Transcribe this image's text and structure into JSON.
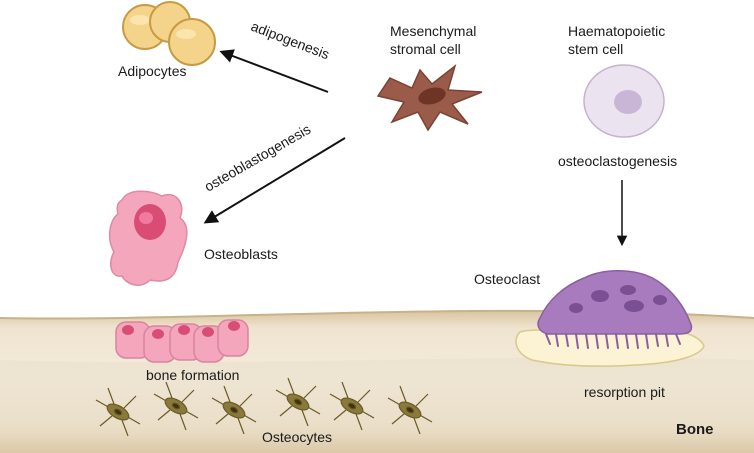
{
  "labels": {
    "adipocytes": "Adipocytes",
    "adipogenesis": "adipogenesis",
    "msc_line1": "Mesenchymal",
    "msc_line2": "stromal cell",
    "hsc_line1": "Haematopoietic",
    "hsc_line2": "stem cell",
    "osteoblastogenesis": "osteoblastogenesis",
    "osteoclastogenesis": "osteoclastogenesis",
    "osteoblasts": "Osteoblasts",
    "osteoclast": "Osteoclast",
    "bone_formation": "bone formation",
    "resorption_pit": "resorption pit",
    "osteocytes": "Osteocytes",
    "bone": "Bone"
  },
  "colors": {
    "bone_light": "#efe4d0",
    "bone_mid": "#dcc9a6",
    "adipocyte": "#f4d48a",
    "msc": "#9a5b4a",
    "hsc": "#ece3f1",
    "osteoblast": "#f4a6bd",
    "osteoclast": "#a77bbd",
    "osteocyte": "#8a7a3a",
    "pit": "#fbf3d4"
  }
}
